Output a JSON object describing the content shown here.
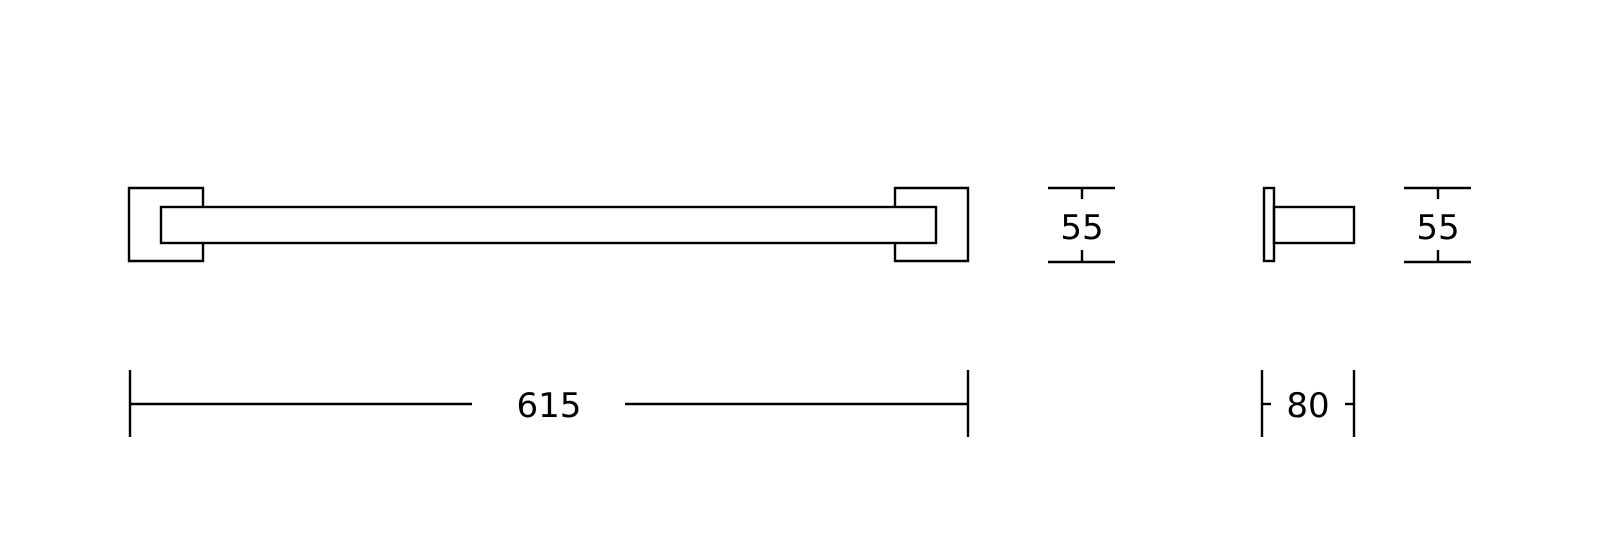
{
  "drawing": {
    "front_view": {
      "length_label": "615",
      "height_label": "55"
    },
    "side_view": {
      "depth_label": "80",
      "height_label": "55"
    },
    "stroke_color": "#000000",
    "background_color": "#ffffff"
  }
}
